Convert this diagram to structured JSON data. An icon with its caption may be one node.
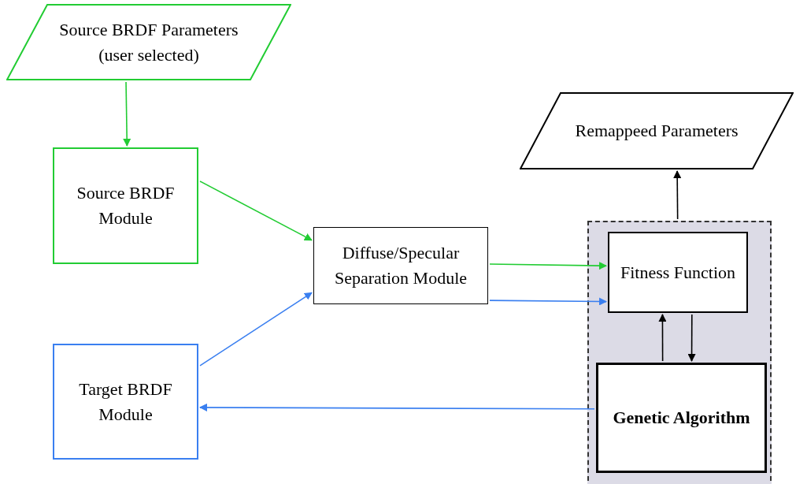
{
  "diagram": {
    "nodes": [
      {
        "text": [
          "Source BRDF Parameters (user selected)"
        ]
      },
      {
        "text": [
          "Source BRDF Module"
        ]
      },
      {
        "text": [
          "Diffuse/Specular Separation Module"
        ]
      },
      {
        "text": [
          "Target BRDF Module"
        ]
      },
      {
        "text": [
          "Remappeed Parameters"
        ]
      },
      {
        "text": [],
        "shape": "box"
      },
      {
        "text": [
          "Fitness Function"
        ],
        "in": 5
      },
      {
        "text": [
          "Genetic Algorithm"
        ],
        "in": 5
      }
    ],
    "edges": [
      {
        "from": 0,
        "to": 1,
        "arrow": "to",
        "color": "#22cc33"
      },
      {
        "from": 1,
        "to": 2,
        "arrow": "to",
        "color": "#22cc33"
      },
      {
        "from": 3,
        "to": 2,
        "arrow": "to",
        "color": "#3a7ff0"
      },
      {
        "from": 2,
        "to": 6,
        "arrow": "to",
        "color": "#22cc33"
      },
      {
        "from": 2,
        "to": 6,
        "arrow": "to",
        "color": "#3a7ff0"
      },
      {
        "from": 7,
        "to": 3,
        "arrow": "to",
        "color": "#3a7ff0"
      },
      {
        "from": 5,
        "to": 4,
        "arrow": "to",
        "color": "#000000"
      },
      {
        "from": 7,
        "to": 6,
        "arrow": "to",
        "color": "#000000"
      },
      {
        "from": 6,
        "to": 7,
        "arrow": "to",
        "color": "#000000"
      }
    ]
  }
}
